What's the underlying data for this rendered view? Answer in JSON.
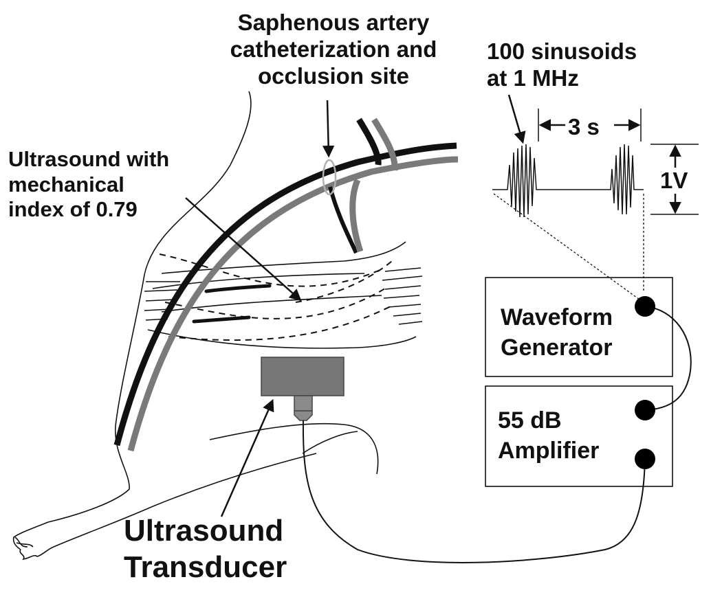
{
  "labels": {
    "saphenous": [
      "Saphenous artery",
      "catheterization and",
      "occlusion site"
    ],
    "sinusoids": [
      "100 sinusoids",
      "at 1 MHz"
    ],
    "ultrasound": [
      "Ultrasound with",
      "mechanical",
      "index of 0.79"
    ],
    "period": "3 s",
    "amplitude": "1V",
    "waveform_generator": [
      "Waveform",
      "Generator"
    ],
    "amplifier": [
      "55 dB",
      "Amplifier"
    ],
    "transducer": [
      "Ultrasound",
      "Transducer"
    ]
  },
  "colors": {
    "line": "#111111",
    "vessel_dark": "#111111",
    "vessel_gray": "#7a7a7a",
    "transducer_body": "#777777",
    "transducer_tip": "#8a8a8a",
    "occlusion_ring": "#b0b0b0"
  },
  "icons": [
    "connector-dot",
    "arrow"
  ]
}
